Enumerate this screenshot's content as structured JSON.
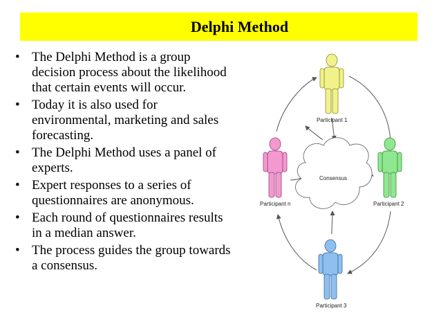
{
  "title": "Delphi Method",
  "bullets": [
    "The Delphi Method is a group decision process about the likelihood that certain events will occur.",
    "Today it is also used for environmental, marketing and sales forecasting.",
    "The Delphi Method uses a panel of experts.",
    "Expert responses to a series of questionnaires are anonymous.",
    "Each round of questionnaires results in a median answer.",
    "The process guides the group towards a consensus."
  ],
  "bullet_symbol": "•",
  "diagram": {
    "center_label": "Consensus",
    "participants": [
      {
        "label": "Participant 1",
        "color": "#f2f28a"
      },
      {
        "label": "Participant 2",
        "color": "#8fe88f"
      },
      {
        "label": "Participant 3",
        "color": "#8fbfef"
      },
      {
        "label": "Participant n",
        "color": "#f29ad0"
      }
    ]
  },
  "colors": {
    "title_bg": "#ffff00",
    "text": "#000000",
    "arrow": "#555555"
  }
}
